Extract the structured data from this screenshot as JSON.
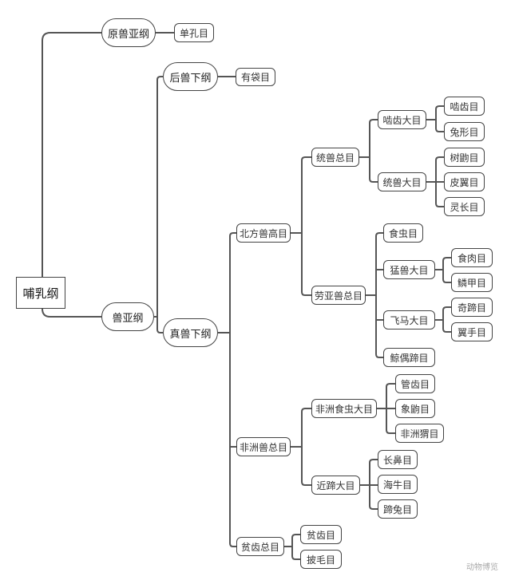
{
  "root": "哺乳纲",
  "subclasses": {
    "prototheria": "原兽亚纲",
    "theria": "兽亚纲"
  },
  "monotremata": "单孔目",
  "infraclasses": {
    "metatheria": "后兽下纲",
    "eutheria": "真兽下纲"
  },
  "marsupialia": "有袋目",
  "eutheria_children": [
    "北方兽高目",
    "非洲兽总目",
    "贫齿总目"
  ],
  "boreoeutheria": [
    "统兽总目",
    "劳亚兽总目"
  ],
  "euarchontoglires": [
    "啮齿大目",
    "统兽大目"
  ],
  "glires": [
    "啮齿目",
    "兔形目"
  ],
  "euarchonta": [
    "树鼩目",
    "皮翼目",
    "灵长目"
  ],
  "laurasiatheria": [
    "食虫目",
    "猛兽大目",
    "飞马大目",
    "鲸偶蹄目"
  ],
  "ferae": [
    "食肉目",
    "鳞甲目"
  ],
  "pegasoferae": [
    "奇蹄目",
    "翼手目"
  ],
  "afrotheria": [
    "非洲食虫大目",
    "近蹄大目"
  ],
  "afroinsectiphilia": [
    "管齿目",
    "象鼩目",
    "非洲猬目"
  ],
  "paenungulata": [
    "长鼻目",
    "海牛目",
    "蹄兔目"
  ],
  "xenarthra": [
    "贫齿目",
    "披毛目"
  ],
  "watermark": "动物博览"
}
